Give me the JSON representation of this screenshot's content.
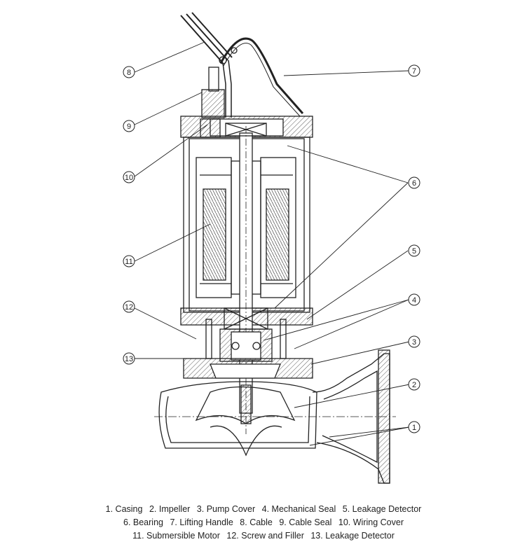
{
  "callouts": [
    {
      "num": "1"
    },
    {
      "num": "2"
    },
    {
      "num": "3"
    },
    {
      "num": "4"
    },
    {
      "num": "5"
    },
    {
      "num": "6"
    },
    {
      "num": "7"
    },
    {
      "num": "8"
    },
    {
      "num": "9"
    },
    {
      "num": "10"
    },
    {
      "num": "11"
    },
    {
      "num": "12"
    },
    {
      "num": "13"
    }
  ],
  "legend": {
    "line1": [
      "1. Casing",
      "2. Impeller",
      "3. Pump Cover",
      "4. Mechanical Seal",
      "5. Leakage Detector"
    ],
    "line2": [
      "6. Bearing",
      "7. Lifting Handle",
      "8. Cable",
      "9. Cable Seal",
      "10. Wiring Cover"
    ],
    "line3": [
      "11. Submersible Motor",
      "12. Screw and Filler",
      "13. Leakage Detector"
    ]
  }
}
